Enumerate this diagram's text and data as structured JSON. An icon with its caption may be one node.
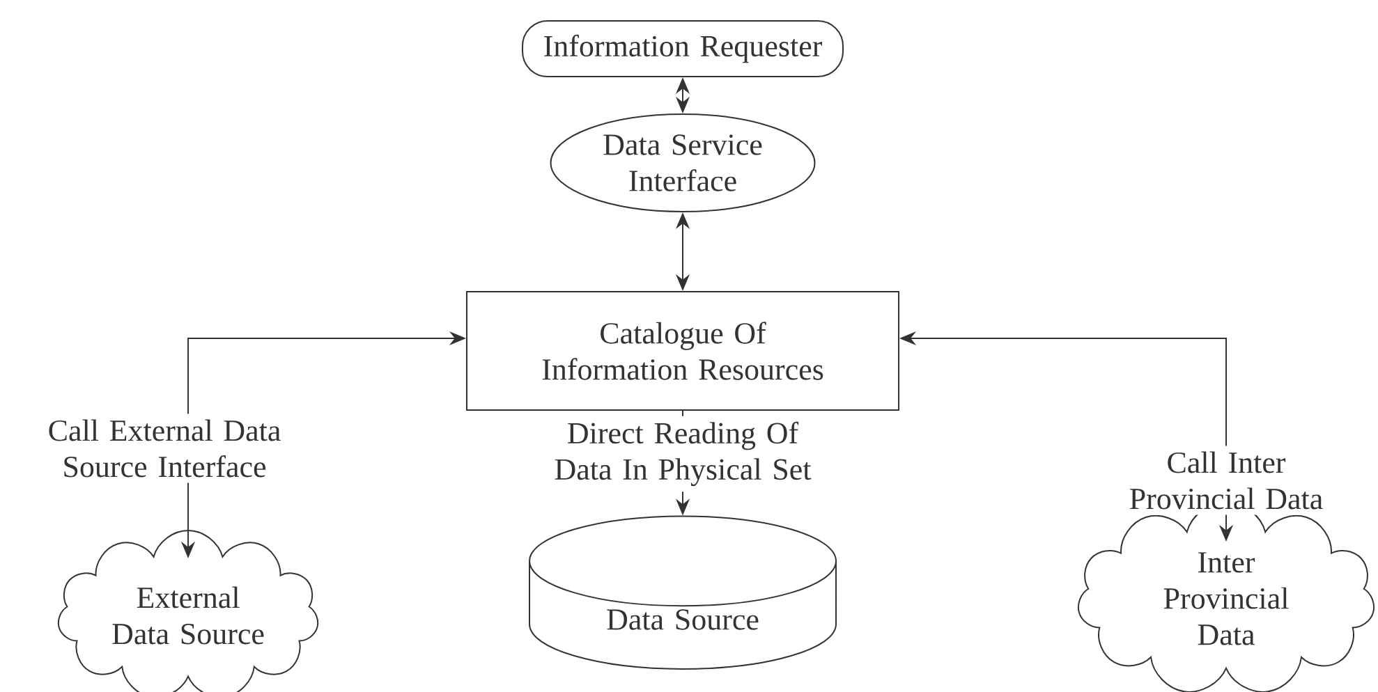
{
  "diagram": {
    "nodes": [
      {
        "text": [
          "Information Requester"
        ]
      },
      {
        "text": [
          "Data Service Interface"
        ]
      },
      {
        "text": [
          "Catalogue Of Information Resources"
        ]
      },
      {
        "text": [
          "External Data Source"
        ]
      },
      {
        "text": [
          "Data Source"
        ]
      },
      {
        "text": [
          "Inter Provincial Data"
        ]
      }
    ],
    "edges": [
      {
        "from": 0,
        "to": 1,
        "arrow": "both"
      },
      {
        "from": 1,
        "to": 2,
        "arrow": "both"
      },
      {
        "from": 2,
        "to": 3,
        "arrow": "both",
        "label": "Call External Data Source Interface"
      },
      {
        "from": 2,
        "to": 4,
        "arrow": "to",
        "label": "Direct Reading Of Data In Physical Set"
      },
      {
        "from": 2,
        "to": 5,
        "arrow": "both",
        "label": "Call Inter Provincial Data"
      }
    ]
  }
}
